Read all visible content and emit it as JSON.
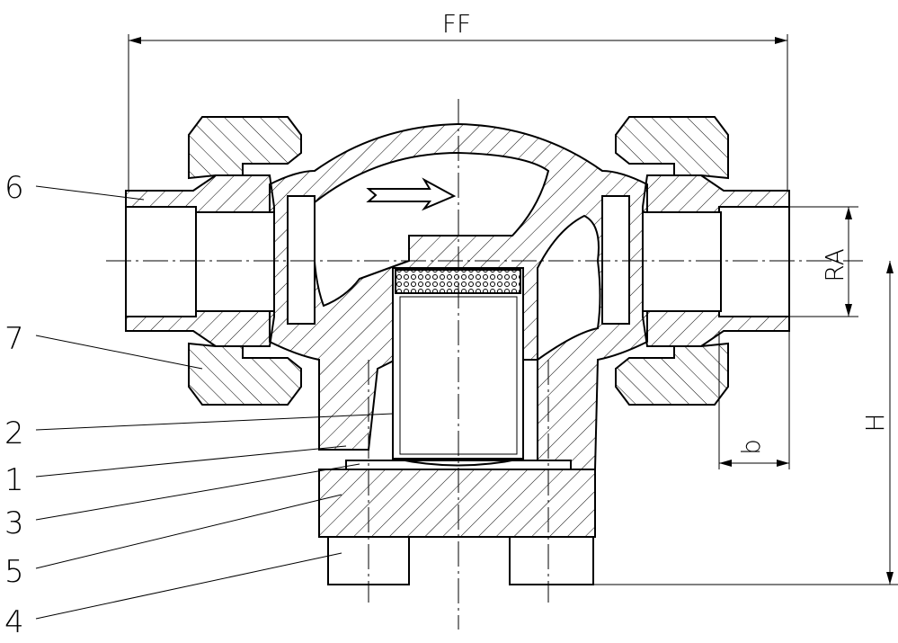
{
  "dimensions": {
    "face_to_face": "FF",
    "connection": "RA",
    "height": "H",
    "thread_length": "b"
  },
  "part_labels": [
    {
      "id": "6"
    },
    {
      "id": "7"
    },
    {
      "id": "2"
    },
    {
      "id": "1"
    },
    {
      "id": "3"
    },
    {
      "id": "5"
    },
    {
      "id": "4"
    }
  ]
}
